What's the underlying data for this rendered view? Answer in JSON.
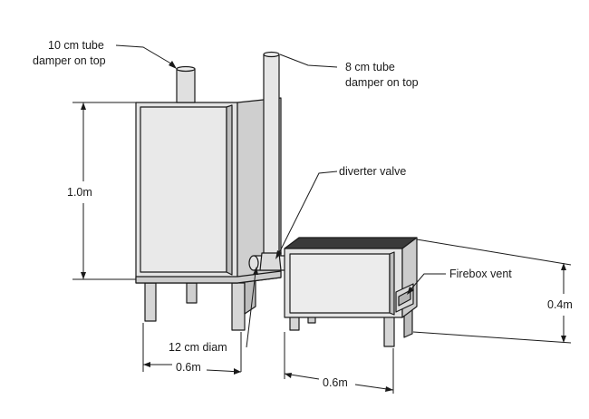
{
  "labels": {
    "tube10": [
      "10 cm tube",
      "damper on top"
    ],
    "tube8": [
      "8 cm tube",
      "damper on top"
    ],
    "diverter": "diverter valve",
    "firebox": "Firebox vent",
    "diam": "12 cm diam",
    "height_left": "1.0m",
    "height_right": "0.4m",
    "width_left": "0.6m",
    "width_right": "0.6m"
  },
  "colors": {
    "outline": "#1a1a1a",
    "face_light": "#ececec",
    "face_mid": "#d6d6d6",
    "face_dark": "#bdbdbd",
    "top_dark": "#3a3a3a"
  }
}
